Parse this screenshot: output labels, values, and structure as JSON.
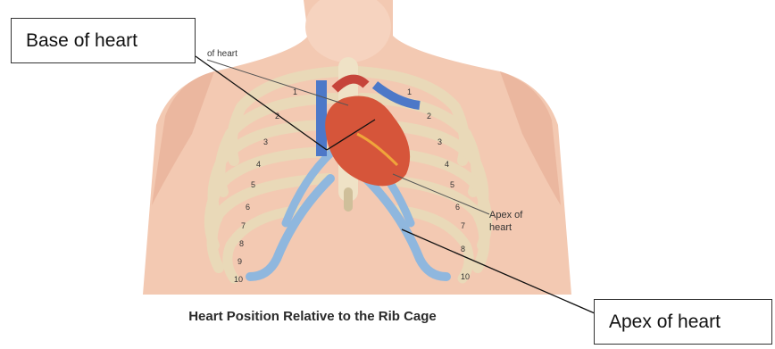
{
  "callouts": {
    "base": "Base of heart",
    "apex": "Apex of heart"
  },
  "figure": {
    "caption": "Heart Position Relative to the Rib Cage",
    "inner_labels": {
      "base_partial": "of heart",
      "apex_line1": "Apex of",
      "apex_line2": "heart"
    },
    "rib_numbers_left": [
      "1",
      "2",
      "3",
      "4",
      "5",
      "6",
      "7",
      "8",
      "9",
      "10"
    ],
    "rib_numbers_right": [
      "1",
      "2",
      "3",
      "4",
      "5",
      "6",
      "7",
      "8",
      "10"
    ]
  },
  "colors": {
    "skin": "#f3c9b2",
    "rib": "#e9d9b8",
    "cartilage": "#8fb7de",
    "heart": "#d6553a",
    "vessel_blue": "#4d78c8"
  }
}
